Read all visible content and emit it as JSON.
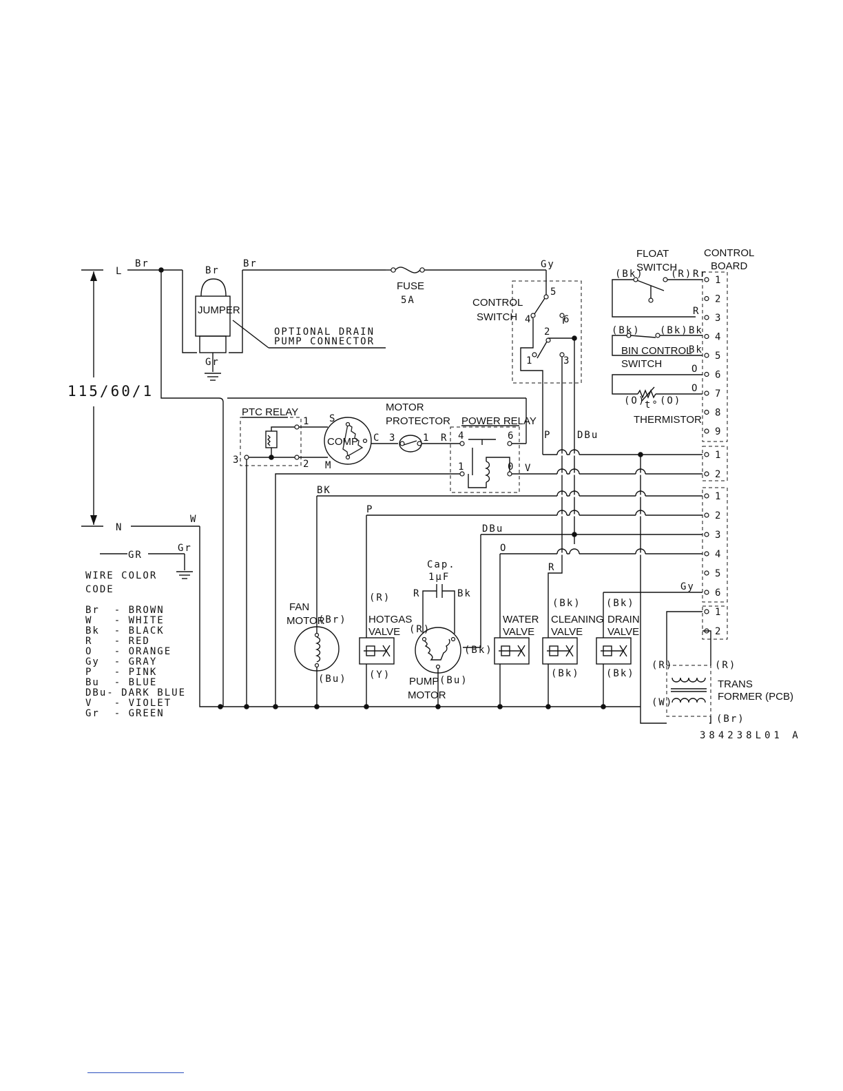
{
  "supply": {
    "line": "L",
    "neutral": "N",
    "line_wire": "Br",
    "neutral_wire": "W",
    "voltage": "115/60/1",
    "ground": "GR",
    "ground_wire": "Gr"
  },
  "jumper": {
    "label": "JUMPER",
    "wire_top": "Br",
    "wire_out": "Br",
    "wire_ground": "Gr",
    "note_line1": "OPTIONAL DRAIN",
    "note_line2": "PUMP CONNECTOR"
  },
  "fuse": {
    "label": "FUSE",
    "rating": "5A"
  },
  "control_switch": {
    "label_line1": "CONTROL",
    "label_line2": "SWITCH",
    "wire_in": "Gy",
    "pins": [
      "5",
      "4",
      "6",
      "2",
      "1",
      "3"
    ],
    "wire_out_a": "P",
    "wire_out_b": "DBu"
  },
  "float_switch": {
    "label_line1": "FLOAT",
    "label_line2": "SWITCH",
    "wire_left": "(Bk)",
    "wire_right": "(R)"
  },
  "control_board": {
    "label_line1": "CONTROL",
    "label_line2": "BOARD",
    "block1_pins": [
      "1",
      "2",
      "3",
      "4",
      "5",
      "6",
      "7",
      "8",
      "9"
    ],
    "block1_wires": [
      "Rr",
      "",
      "R",
      "Bk",
      "Bk",
      "O",
      "O",
      "",
      ""
    ],
    "block2_pins": [
      "1",
      "2"
    ],
    "block3_pins": [
      "1",
      "2",
      "3",
      "4",
      "5",
      "6"
    ],
    "block3_wire6": "Gy",
    "block4_pins": [
      "1",
      "2"
    ]
  },
  "bin_control_switch": {
    "label_line1": "BIN CONTROL",
    "label_line2": "SWITCH",
    "wire_left": "(Bk)",
    "wire_right": "(Bk)"
  },
  "thermistor": {
    "label": "THERMISTOR",
    "wire_left": "(O)",
    "wire_right": "(O)",
    "symbol": "t°"
  },
  "ptc_relay": {
    "label": "PTC RELAY",
    "pin1": "1",
    "pin2": "2",
    "pin3": "3"
  },
  "compressor": {
    "label": "COMP",
    "s": "S",
    "c": "C",
    "m": "M"
  },
  "motor_protector": {
    "label_line1": "MOTOR",
    "label_line2": "PROTECTOR",
    "pin3": "3",
    "pin1": "1",
    "wire": "R"
  },
  "power_relay": {
    "label": "POWER RELAY",
    "pin4": "4",
    "pin6": "6",
    "pin1": "1",
    "pin0": "0",
    "wire": "V"
  },
  "wire_labels": {
    "bk": "BK",
    "p": "P",
    "dbu": "DBu",
    "o": "O",
    "r": "R"
  },
  "capacitor": {
    "label": "Cap.",
    "value": "1μF",
    "wire_left": "R",
    "wire_right": "Bk"
  },
  "fan_motor": {
    "label_line1": "FAN",
    "label_line2": "MOTOR",
    "wire_top": "(Br)",
    "wire_bottom": "(Bu)"
  },
  "hotgas_valve": {
    "label_line1": "HOTGAS",
    "label_line2": "VALVE",
    "wire_top": "(R)",
    "wire_bottom": "(Y)"
  },
  "pump_motor": {
    "label_line1": "PUMP",
    "label_line2": "MOTOR",
    "wire_left": "(R)",
    "wire_right": "(Bk)",
    "wire_bottom": "(Bu)"
  },
  "water_valve": {
    "label_line1": "WATER",
    "label_line2": "VALVE"
  },
  "cleaning_valve": {
    "label_line1": "CLEANING",
    "label_line2": "VALVE",
    "wire_top": "(Bk)",
    "wire_bottom": "(Bk)"
  },
  "drain_valve": {
    "label_line1": "DRAIN",
    "label_line2": "VALVE",
    "wire_top": "(Bk)",
    "wire_bottom": "(Bk)"
  },
  "transformer": {
    "label_line1": "TRANS",
    "label_line2": "FORMER (PCB)",
    "wire_r1": "(R)",
    "wire_r2": "(R)",
    "wire_w": "(W)",
    "wire_br": "(Br)"
  },
  "legend": {
    "title_line1": "WIRE COLOR",
    "title_line2": "CODE",
    "entries": [
      "Br  - BROWN",
      "W   - WHITE",
      "Bk  - BLACK",
      "R   - RED",
      "O   - ORANGE",
      "Gy  - GRAY",
      "P   - PINK",
      "Bu  - BLUE",
      "DBu- DARK BLUE",
      "V   - VIOLET",
      "Gr  - GREEN"
    ]
  },
  "part_number": "384238L01 A"
}
